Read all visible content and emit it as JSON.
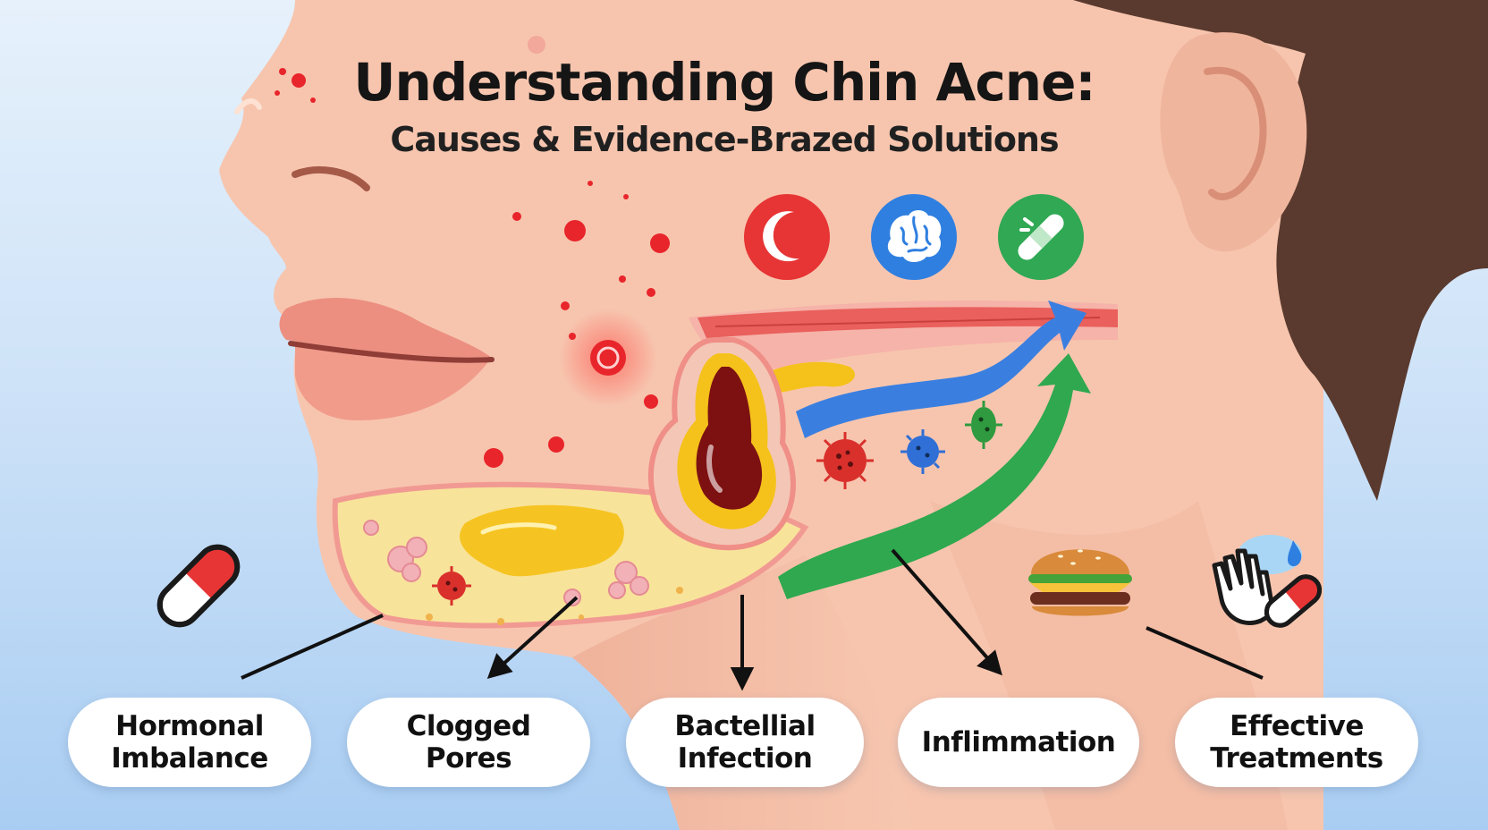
{
  "title": "Understanding Chin Acne:",
  "subtitle": "Causes & Evidence-Brazed Solutions",
  "colors": {
    "skin": "#f7c5ae",
    "skin_shadow": "#eeae96",
    "pimple": "#e8252b",
    "fat_layer": "#f8e39a",
    "sebum": "#f5c21b",
    "arrow_blue": "#3a7fe0",
    "arrow_green": "#2fa84f",
    "hair": "#5a3a2e"
  },
  "top_icons": [
    {
      "name": "moon-icon",
      "color": "#e73434"
    },
    {
      "name": "brain-icon",
      "color": "#2f7fe0"
    },
    {
      "name": "bandage-icon",
      "color": "#30a854"
    }
  ],
  "labels": [
    {
      "id": "hormonal",
      "text": "Hormonal\nImbalance"
    },
    {
      "id": "clogged",
      "text": "Clogged\nPores"
    },
    {
      "id": "bacterial",
      "text": "Bactellial\nInfection"
    },
    {
      "id": "inflammation",
      "text": "Inflimmation"
    },
    {
      "id": "treatments",
      "text": "Effective\nTreatments"
    }
  ],
  "side_icons": [
    "pill-capsule-icon",
    "burger-icon",
    "hand-washing-icon"
  ]
}
